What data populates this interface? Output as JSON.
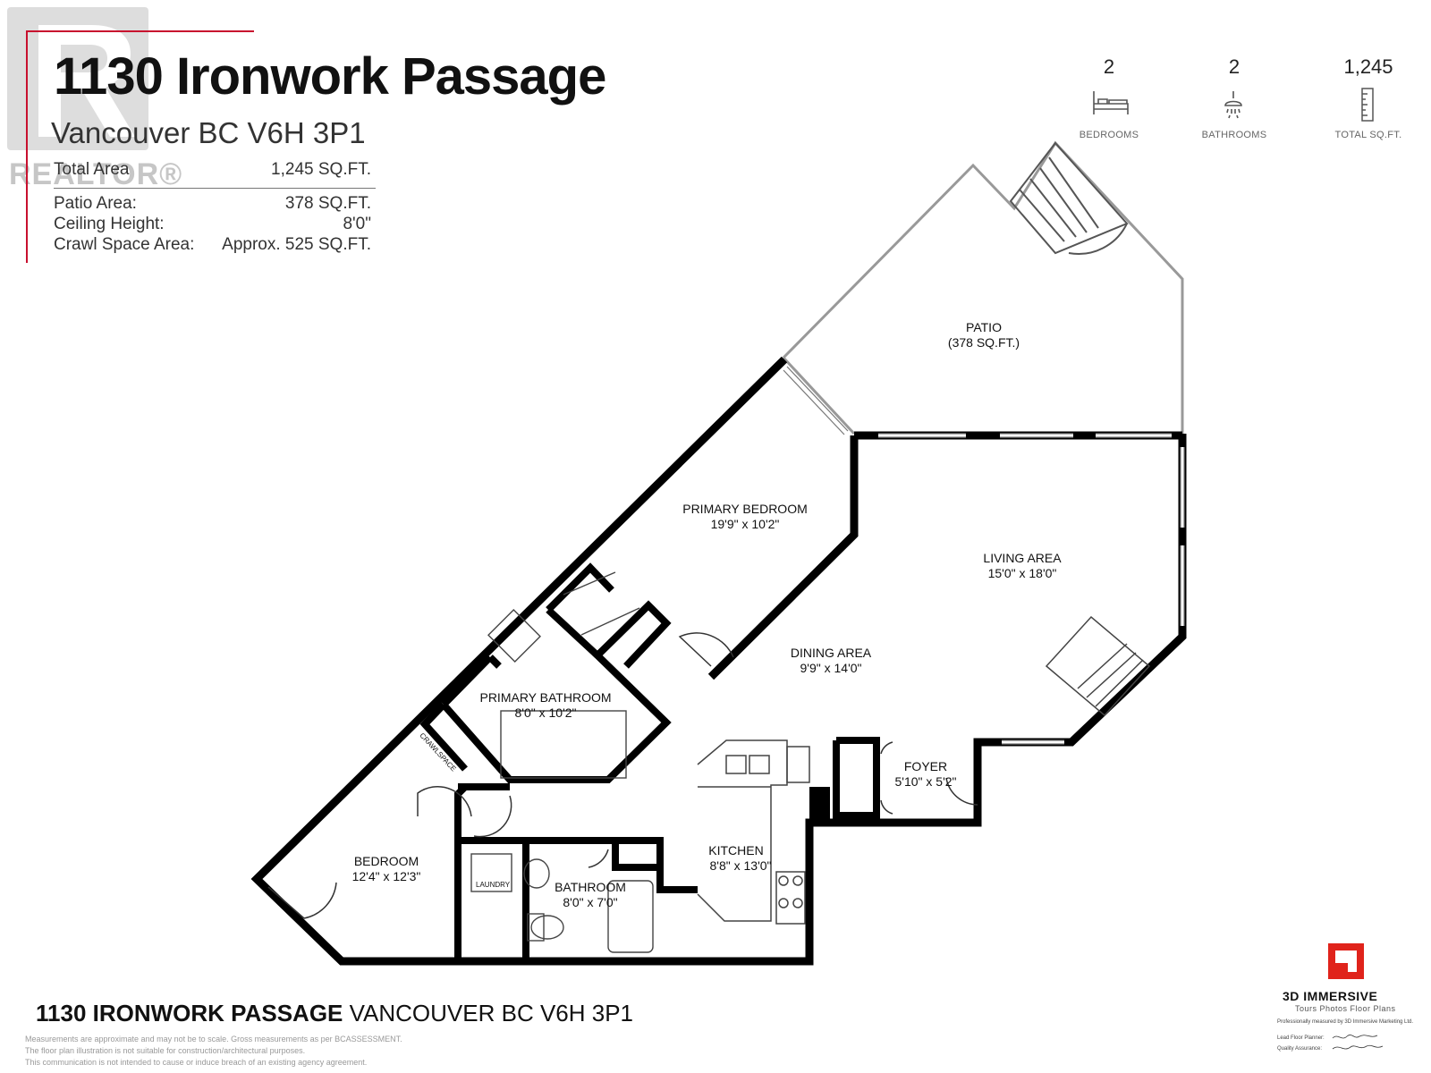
{
  "header": {
    "title": "1130 Ironwork Passage",
    "subtitle": "Vancouver BC V6H 3P1",
    "watermark_text": "REALTOR®"
  },
  "stats": [
    {
      "label": "Total Area",
      "value": "1,245 SQ.FT."
    },
    {
      "label": "Patio Area:",
      "value": "378 SQ.FT."
    },
    {
      "label": "Ceiling Height:",
      "value": "8'0\""
    },
    {
      "label": "Crawl Space Area:",
      "value": "Approx. 525 SQ.FT."
    }
  ],
  "highlights": [
    {
      "value": "2",
      "label": "BEDROOMS",
      "icon": "bed-icon"
    },
    {
      "value": "2",
      "label": "BATHROOMS",
      "icon": "shower-icon"
    },
    {
      "value": "1,245",
      "label": "TOTAL SQ.FT.",
      "icon": "ruler-icon"
    }
  ],
  "rooms": {
    "patio": {
      "name": "PATIO",
      "size": "(378 SQ.FT.)"
    },
    "primary_bedroom": {
      "name": "PRIMARY BEDROOM",
      "size": "19'9\" x 10'2\""
    },
    "living_area": {
      "name": "LIVING AREA",
      "size": "15'0\" x 18'0\""
    },
    "dining_area": {
      "name": "DINING AREA",
      "size": "9'9\" x 14'0\""
    },
    "primary_bathroom": {
      "name": "PRIMARY BATHROOM",
      "size": "8'0\" x 10'2\""
    },
    "foyer": {
      "name": "FOYER",
      "size": "5'10\" x 5'2\""
    },
    "kitchen": {
      "name": "KITCHEN",
      "size": "8'8\" x 13'0\""
    },
    "bedroom": {
      "name": "BEDROOM",
      "size": "12'4\" x 12'3\""
    },
    "bathroom": {
      "name": "BATHROOM",
      "size": "8'0\" x 7'0\""
    },
    "crawlspace": "CRAWLSPACE",
    "laundry": "LAUNDRY"
  },
  "footer": {
    "address_bold": "1130 IRONWORK PASSAGE",
    "address_rest": " VANCOUVER BC V6H 3P1",
    "disclaimer": [
      "Measurements are approximate and may not be to scale. Gross measurements as per BCASSESSMENT.",
      "The floor plan illustration is not suitable for construction/architectural purposes.",
      "This communication is not intended to cause or induce breach of an existing agency agreement."
    ]
  },
  "branding": {
    "name": "3D IMMERSIVE",
    "tagline": "Tours  Photos  Floor Plans",
    "measured_by": "Professionally measured by 3D Immersive Marketing Ltd.",
    "lead_label": "Lead Floor Planner:",
    "quality_label": "Quality Assurance:",
    "color": "#e0231b"
  },
  "colors": {
    "frame_accent": "#c8102e",
    "wall": "#000000"
  }
}
